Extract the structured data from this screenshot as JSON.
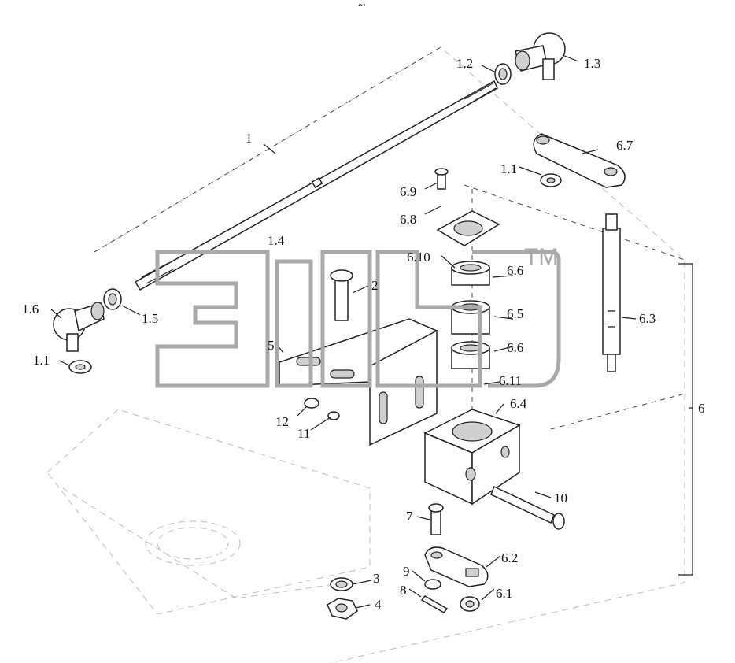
{
  "diagram": {
    "top_mark": "~",
    "watermark": {
      "text": "элсб",
      "trademark": "TM"
    },
    "labels": {
      "p1": "1",
      "p1_2": "1.2",
      "p1_3": "1.3",
      "p6_7": "6.7",
      "p1_1a": "1.1",
      "p6_9": "6.9",
      "p6_8": "6.8",
      "p1_4": "1.4",
      "p6_10": "6.10",
      "p6_6a": "6.6",
      "p2": "2",
      "p1_6": "1.6",
      "p1_5": "1.5",
      "p6_5": "6.5",
      "p6_3": "6.3",
      "p5": "5",
      "p6_6b": "6.6",
      "p1_1b": "1.1",
      "p6_11": "6.11",
      "p6_4": "6.4",
      "p6": "6",
      "p12": "12",
      "p11": "11",
      "p10": "10",
      "p7": "7",
      "p6_2": "6.2",
      "p9": "9",
      "p3": "3",
      "p8": "8",
      "p6_1": "6.1",
      "p4": "4"
    }
  }
}
